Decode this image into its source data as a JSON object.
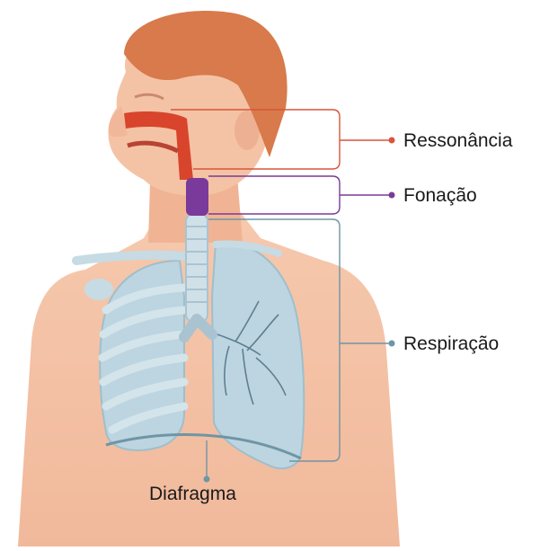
{
  "diagram": {
    "labels": {
      "ressonancia": "Ressonância",
      "fonacao": "Fonação",
      "respiracao": "Respiração",
      "diafragma": "Diafragma"
    },
    "colors": {
      "ressonancia": "#d9553a",
      "fonacao": "#7b3a93",
      "respiracao": "#6f95a6",
      "diafragma": "#6f95a6",
      "skin": "#f3c1a4",
      "hair": "#d7774a",
      "lungs": "#b9d3de",
      "airway": "#d8452c",
      "larynx": "#7a3a9c"
    }
  }
}
